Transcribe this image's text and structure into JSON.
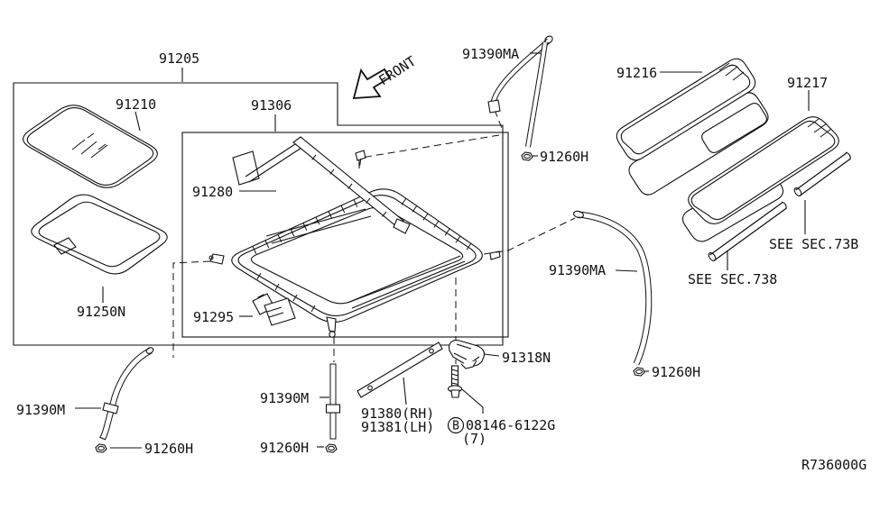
{
  "diagram": {
    "ref_code": "R736000G",
    "front_indicator": "FRONT",
    "parts": {
      "sunroof_assembly": "91205",
      "glass_lid": "91210",
      "frame_assembly": "91306",
      "wind_deflector": "91280",
      "drive_motor": "91295",
      "welt_rail": "91250N",
      "shade_front": "91216",
      "shade_rear": "91217",
      "drain_hose_front": "91390MA",
      "drain_hose_rear": "91390MA",
      "drain_hose_left": "91390M",
      "drain_hose_center": "91390M",
      "clip_top": "91260H",
      "clip_right": "91260H",
      "clip_left": "91260H",
      "clip_center": "91260H",
      "bracket": "91318N",
      "rail_rh": "91380(RH)",
      "rail_lh": "91381(LH)",
      "bolt_marker": "B",
      "bolt_part": "08146-6122G",
      "bolt_qty": "(7)",
      "sec_ref_73b": "SEE SEC.73B",
      "sec_ref_738": "SEE SEC.738"
    }
  }
}
